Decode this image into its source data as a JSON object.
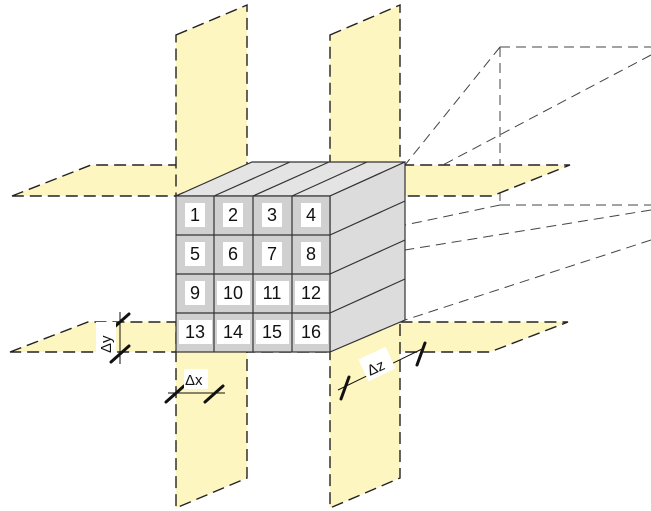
{
  "cells": [
    "1",
    "2",
    "3",
    "4",
    "5",
    "6",
    "7",
    "8",
    "9",
    "10",
    "11",
    "12",
    "13",
    "14",
    "15",
    "16"
  ],
  "dimensions": {
    "dx": "Δx",
    "dy": "Δy",
    "dz": "Δz"
  },
  "colors": {
    "plane_fill": "#fdf6c0",
    "cube_fill": "#d0d0d0"
  }
}
